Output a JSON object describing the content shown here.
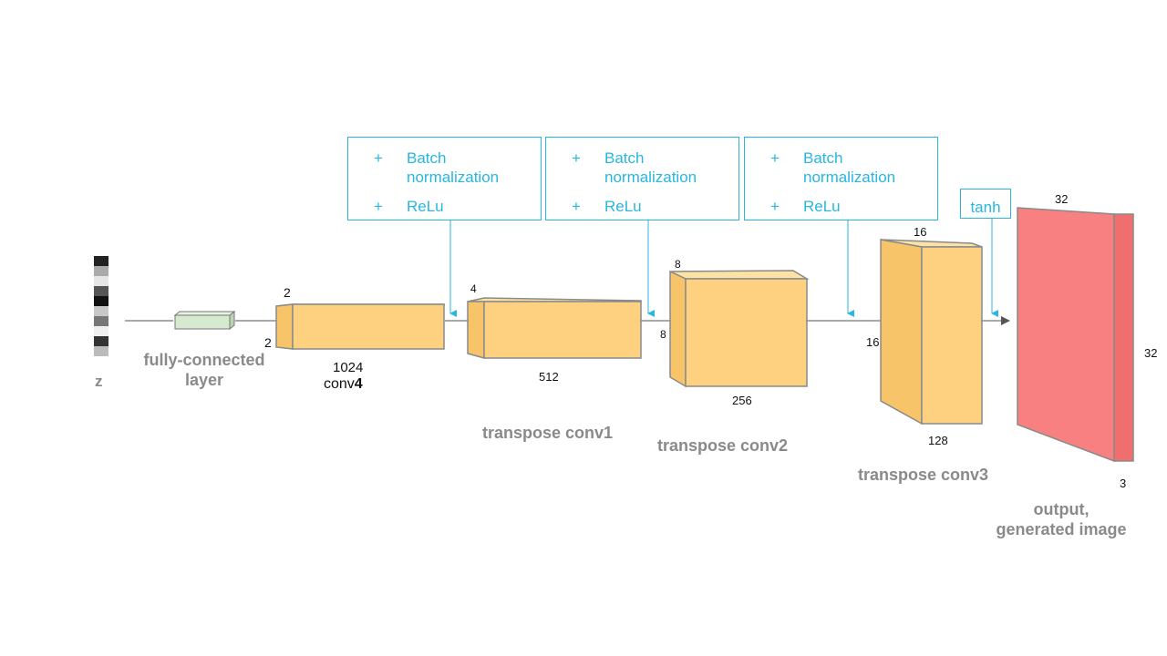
{
  "diagram": {
    "bn_boxes": [
      {
        "item1": "Batch",
        "item1b": "normalization",
        "item2": "ReLu",
        "bullet": "+"
      },
      {
        "item1": "Batch",
        "item1b": "normalization",
        "item2": "ReLu",
        "bullet": "+"
      },
      {
        "item1": "Batch",
        "item1b": "normalization",
        "item2": "ReLu",
        "bullet": "+"
      }
    ],
    "tanh": "tanh",
    "labels": {
      "z": "z",
      "fc_line1": "fully-connected",
      "fc_line2": "layer",
      "conv4_size": "1024",
      "conv4_name": "conv",
      "conv4_num": "4",
      "tconv1": "transpose conv1",
      "tconv2": "transpose conv2",
      "tconv3": "transpose conv3",
      "output_line1": "output,",
      "output_line2": "generated image"
    },
    "dims": {
      "conv4_top": "2",
      "conv4_left": "2",
      "tconv1_top": "4",
      "tconv1_depth": "512",
      "tconv2_top": "8",
      "tconv2_left": "8",
      "tconv2_depth": "256",
      "tconv3_top": "16",
      "tconv3_left": "16",
      "tconv3_depth": "128",
      "out_top": "32",
      "out_right": "32",
      "out_depth": "3"
    },
    "colors": {
      "block_fill": "#fdd180",
      "block_stroke": "#8a8a8a",
      "output_fill": "#f88080",
      "fc_fill": "#d6ead0",
      "accent": "#29b6e0",
      "label_gray": "#8a8a8a"
    }
  }
}
